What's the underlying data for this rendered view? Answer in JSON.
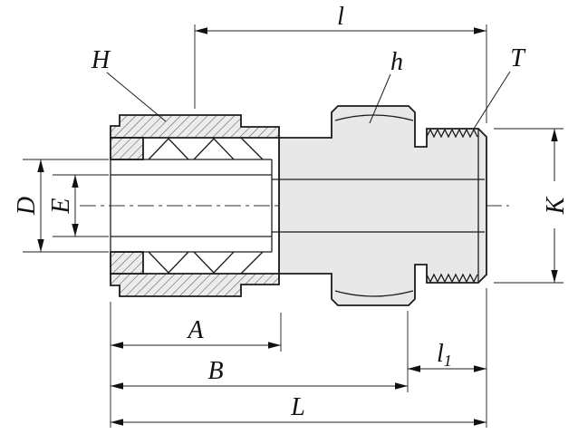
{
  "drawing": {
    "name": "tube-fitting-male-connector-dimensional-drawing",
    "labels": {
      "l": "l",
      "H": "H",
      "h": "h",
      "T": "T",
      "D": "D",
      "E": "E",
      "K": "K",
      "A": "A",
      "B": "B",
      "l1_main": "l",
      "l1_sub": "1",
      "L": "L"
    },
    "colors": {
      "line": "#1c1c1c",
      "part_fill": "#e8e8e8",
      "hatch_fill": "#ececec",
      "background": "#ffffff"
    }
  }
}
